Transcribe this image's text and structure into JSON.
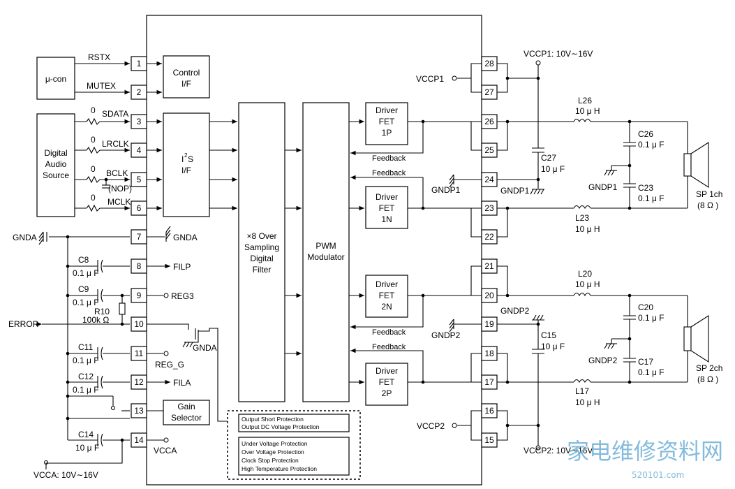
{
  "blocks": {
    "ucon": "μ-con",
    "source": [
      "Digital",
      "Audio",
      "Source"
    ],
    "control": [
      "Control",
      "I/F"
    ],
    "i2s_main": "I",
    "i2s_sup": "2",
    "i2s_s": "S",
    "i2s_if": "I/F",
    "filter": [
      "×8 Over",
      "Sampling",
      "Digital",
      "Filter"
    ],
    "pwm": [
      "PWM",
      "Modulator"
    ],
    "gain": [
      "Gain",
      "Selector"
    ],
    "drivers": [
      [
        "Driver",
        "FET",
        "1P"
      ],
      [
        "Driver",
        "FET",
        "1N"
      ],
      [
        "Driver",
        "FET",
        "2N"
      ],
      [
        "Driver",
        "FET",
        "2P"
      ]
    ],
    "protect1": [
      "Output Short Protection",
      "Output DC Voltage Protection"
    ],
    "protect2": [
      "Under Voltage Protection",
      "Over Voltage Protection",
      "Clock Stop Protection",
      "High Temperature Protection"
    ],
    "feedback": "Feedback"
  },
  "pins": {
    "left": [
      "1",
      "2",
      "3",
      "4",
      "5",
      "6",
      "7",
      "8",
      "9",
      "10",
      "11",
      "12",
      "13",
      "14"
    ],
    "right": [
      "28",
      "27",
      "26",
      "25",
      "24",
      "23",
      "22",
      "21",
      "20",
      "19",
      "18",
      "17",
      "16",
      "15"
    ]
  },
  "signals": {
    "rstx": "RSTX",
    "mutex": "MUTEX",
    "sdata": "SDATA",
    "lrclk": "LRCLK",
    "bclk": "BCLK",
    "mclk": "MCLK",
    "zero": "0",
    "nop": "(NOP)",
    "gnda": "GNDA",
    "filp": "FILP",
    "reg3": "REG3",
    "error": "ERROR",
    "reg_g": "REG_G",
    "fila": "FILA",
    "vcca": "VCCA",
    "vcca_range": "VCCA: 10V∼16V",
    "vccp1": "VCCP1",
    "vccp1_range": "VCCP1: 10V∼16V",
    "vccp2": "VCCP2",
    "vccp2_range": "VCCP2: 10V∼16V",
    "gndp1": "GNDP1",
    "gndp2": "GNDP2"
  },
  "components": {
    "c8": [
      "C8",
      "0.1 μ F"
    ],
    "c9": [
      "C9",
      "0.1 μ F"
    ],
    "r10": [
      "R10",
      "100k Ω"
    ],
    "c11": [
      "C11",
      "0.1 μ F"
    ],
    "c12": [
      "C12",
      "0.1 μ F"
    ],
    "c14": [
      "C14",
      "10 μ F"
    ],
    "c27": [
      "C27",
      "10 μ F"
    ],
    "c15": [
      "C15",
      "10 μ F"
    ],
    "l26": [
      "L26",
      "10 μ H"
    ],
    "l23": [
      "L23",
      "10 μ H"
    ],
    "l20": [
      "L20",
      "10 μ H"
    ],
    "l17": [
      "L17",
      "10 μ H"
    ],
    "c26": [
      "C26",
      "0.1 μ F"
    ],
    "c23": [
      "C23",
      "0.1 μ F"
    ],
    "c20": [
      "C20",
      "0.1 μ F"
    ],
    "c17": [
      "C17",
      "0.1 μ F"
    ],
    "sp1": [
      "SP 1ch",
      "(8 Ω )"
    ],
    "sp2": [
      "SP 2ch",
      "(8 Ω )"
    ]
  },
  "watermark": {
    "text": "家电维修资料网",
    "url": "520101.com"
  }
}
